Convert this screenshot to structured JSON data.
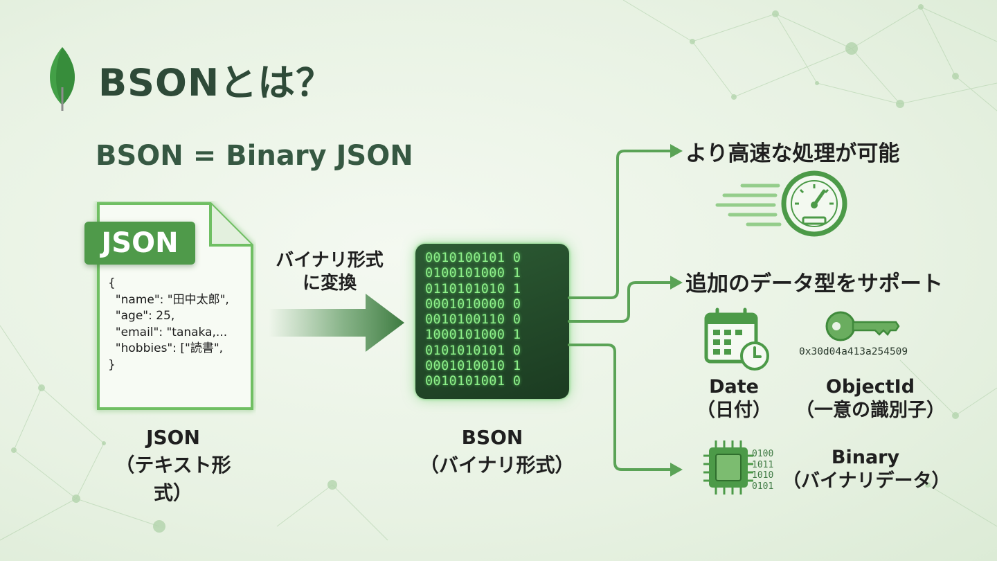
{
  "title": "BSONとは？",
  "subtitle": "BSON = Binary JSON",
  "json_doc": {
    "tag": "JSON",
    "code": "{\n  \"name\": \"田中太郎\",\n  \"age\": 25,\n  \"email\": \"tanaka,...\n  \"hobbies\": [\"読書\",\n}",
    "caption_line1": "JSON",
    "caption_line2": "（テキスト形式）"
  },
  "conversion": {
    "line1": "バイナリ形式",
    "line2": "に変換"
  },
  "bson_block": {
    "bits": "0010100101 0\n0100101000 1\n0110101010 1\n0001010000 0\n0010100110 0\n1000101000 1\n0101010101 0\n0001010010 1\n0010101001 0",
    "caption_line1": "BSON",
    "caption_line2": "（バイナリ形式）"
  },
  "features": {
    "speed": {
      "title": "より高速な処理が可能",
      "icon": "speedometer-icon"
    },
    "types": {
      "title": "追加のデータ型をサポート",
      "date": {
        "icon": "calendar-clock-icon",
        "line1": "Date",
        "line2": "（日付）"
      },
      "objectid": {
        "icon": "key-icon",
        "hex": "0x30d04a413a254509",
        "line1": "ObjectId",
        "line2": "（一意の識別子）"
      },
      "binary": {
        "icon": "chip-icon",
        "bits": "0100\n1011\n1010\n0101",
        "line1": "Binary",
        "line2": "（バイナリデータ）"
      }
    }
  },
  "colors": {
    "accent": "#4f9a4a",
    "dark_green": "#2e4a38",
    "glow": "#8ef18a",
    "background": "#eaf3e6"
  }
}
